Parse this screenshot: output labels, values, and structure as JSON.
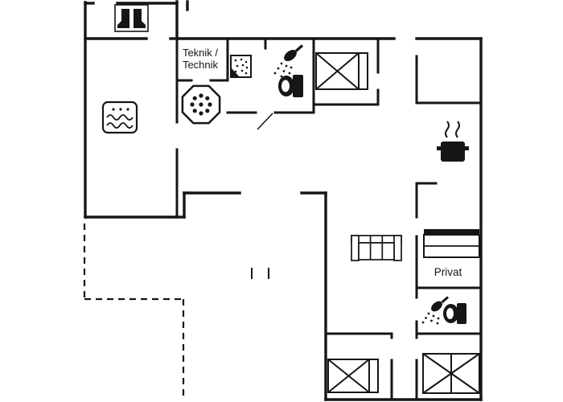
{
  "floor_plan": {
    "background_color": "#ffffff",
    "wall_color": "#161616",
    "labels": {
      "teknik": {
        "line1": "Teknik /",
        "line2": "Technik"
      },
      "privat": "Privat"
    },
    "fixtures": [
      {
        "icon": "boots-icon",
        "area": "utility-room"
      },
      {
        "icon": "bath-waves-icon",
        "area": "spa-room-left"
      },
      {
        "icon": "whirlpool-octagon-icon",
        "area": "activity-area"
      },
      {
        "icon": "shower-cabin-icon",
        "area": "bathroom-top"
      },
      {
        "icon": "shower-icon",
        "area": "bathroom-top"
      },
      {
        "icon": "toilet-icon",
        "area": "bathroom-top"
      },
      {
        "icon": "double-bed-icon",
        "area": "bedroom-top"
      },
      {
        "icon": "cooking-pot-icon",
        "area": "kitchen"
      },
      {
        "icon": "sofa-icon",
        "area": "living-room"
      },
      {
        "icon": "bed-icon",
        "area": "private-room"
      },
      {
        "icon": "shower-icon",
        "area": "bathroom-right"
      },
      {
        "icon": "toilet-icon",
        "area": "bathroom-right"
      },
      {
        "icon": "double-bed-icon",
        "area": "bedroom-bottom-left"
      },
      {
        "icon": "double-bed-icon",
        "area": "bedroom-bottom-right"
      }
    ]
  }
}
